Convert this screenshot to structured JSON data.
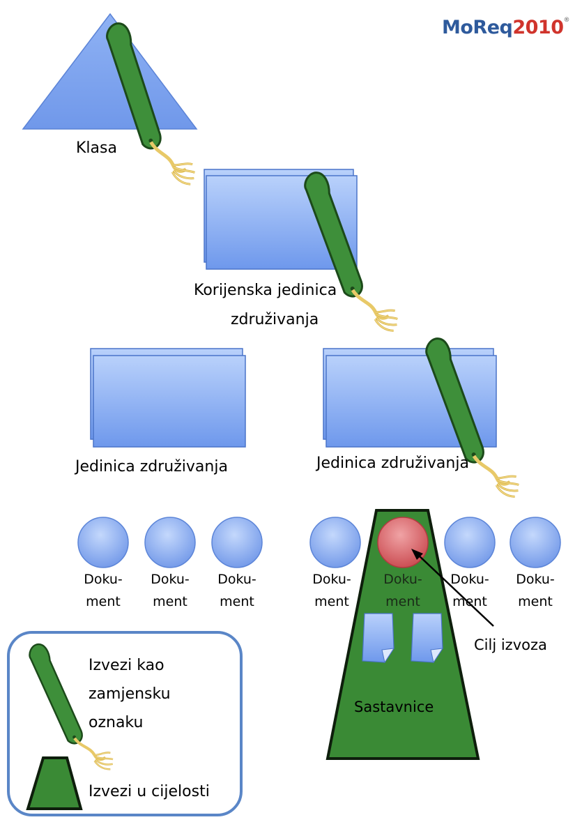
{
  "logo": {
    "part1": "MoReq",
    "part2": "2010",
    "reg": "®",
    "color_blue": "#2E5A9C",
    "color_red": "#D0342C"
  },
  "nodes": {
    "class": "Klasa",
    "root_aggregation": [
      "Korijenska jedinica",
      "združivanja"
    ],
    "aggregation_left": "Jedinica združivanja",
    "aggregation_right": "Jedinica združivanja",
    "document_line1": "Doku-",
    "document_line2": "ment",
    "components": "Sastavnice",
    "export_target": "Cilj izvoza"
  },
  "legend": {
    "stub": [
      "Izvezi kao",
      "zamjensku",
      "oznaku"
    ],
    "full": "Izvezi u cijelosti"
  },
  "colors": {
    "shape_blue": "#7EA6F0",
    "shape_blue_light": "#B5CDFA",
    "shape_border": "#4A74C9",
    "tag_green": "#3E8F3A",
    "tag_green_dark": "#1C4A1A",
    "trapezoid_green": "#3A8A35",
    "target_red": "#D9666A",
    "string_gold": "#E8C968",
    "legend_border": "#5A86C7"
  }
}
